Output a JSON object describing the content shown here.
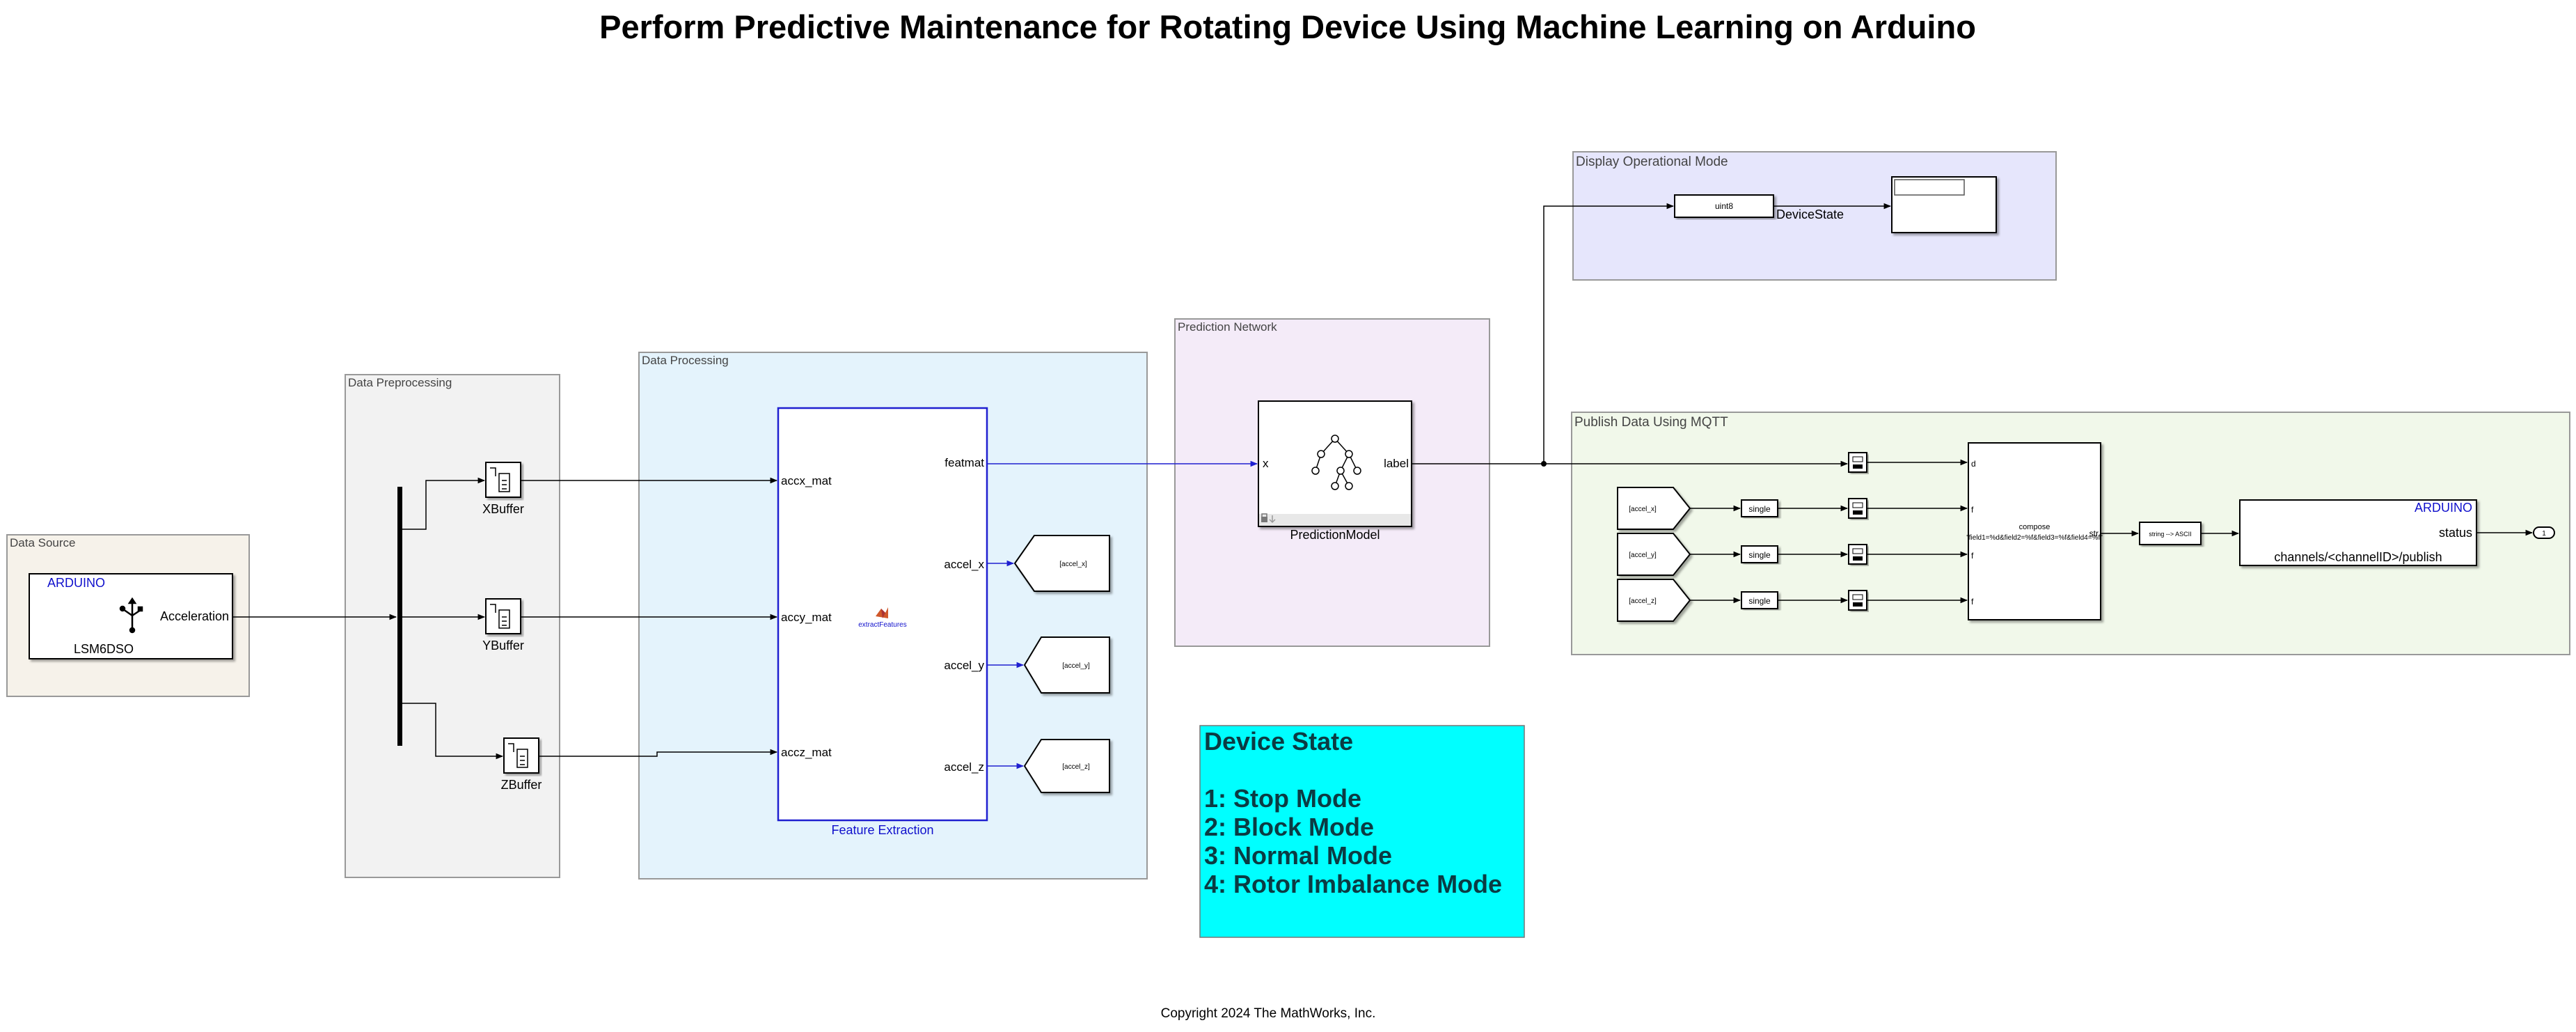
{
  "title": "Perform Predictive Maintenance for Rotating Device Using Machine Learning on Arduino",
  "copyright": "Copyright 2024 The MathWorks, Inc.",
  "areas": {
    "data_source": "Data Source",
    "data_preprocessing": "Data Preprocessing",
    "data_processing": "Data Processing",
    "prediction_network": "Prediction Network",
    "display_mode": "Display Operational Mode",
    "publish_mqtt": "Publish Data Using MQTT"
  },
  "blocks": {
    "sensor": {
      "brand": "ARDUINO",
      "name": "LSM6DSO",
      "out": "Acceleration"
    },
    "xbuffer": "XBuffer",
    "ybuffer": "YBuffer",
    "zbuffer": "ZBuffer",
    "feature_extraction": {
      "name": "Feature Extraction",
      "function": "extractFeatures",
      "in1": "accx_mat",
      "in2": "accy_mat",
      "in3": "accz_mat",
      "out1": "featmat",
      "out2": "accel_x",
      "out3": "accel_y",
      "out4": "accel_z"
    },
    "goto_x": "[accel_x]",
    "goto_y": "[accel_y]",
    "goto_z": "[accel_z]",
    "prediction_model": {
      "name": "PredictionModel",
      "in": "x",
      "out": "label"
    },
    "uint8": "uint8",
    "device_state": "DeviceState",
    "from_x": "[accel_x]",
    "from_y": "[accel_y]",
    "from_z": "[accel_z]",
    "single": "single",
    "compose": {
      "name": "compose",
      "format": "\"field1=%d&field2=%f&field3=%f&field4=%f\"",
      "in1": "d",
      "in2": "f",
      "in3": "f",
      "in4": "f",
      "out": "str"
    },
    "string_to_ascii": "string --> ASCII",
    "mqtt": {
      "brand": "ARDUINO",
      "out": "status",
      "topic": "channels/<channelID>/publish"
    },
    "terminator": "1"
  },
  "legend": {
    "heading": "Device State",
    "items": [
      "1: Stop Mode",
      "2: Block Mode",
      "3: Normal Mode",
      "4: Rotor Imbalance Mode"
    ]
  },
  "colors": {
    "data_source_fill": "#f6f2ea",
    "data_preprocessing_fill": "#f2f2f2",
    "data_processing_fill": "#e4f3fc",
    "prediction_network_fill": "#f4ebf8",
    "display_mode_fill": "#e6e6fc",
    "publish_mqtt_fill": "#f1f8ea",
    "legend_fill": "#00ffff",
    "link_blue": "#1f1fd0",
    "label_blue": "#1010cc"
  }
}
